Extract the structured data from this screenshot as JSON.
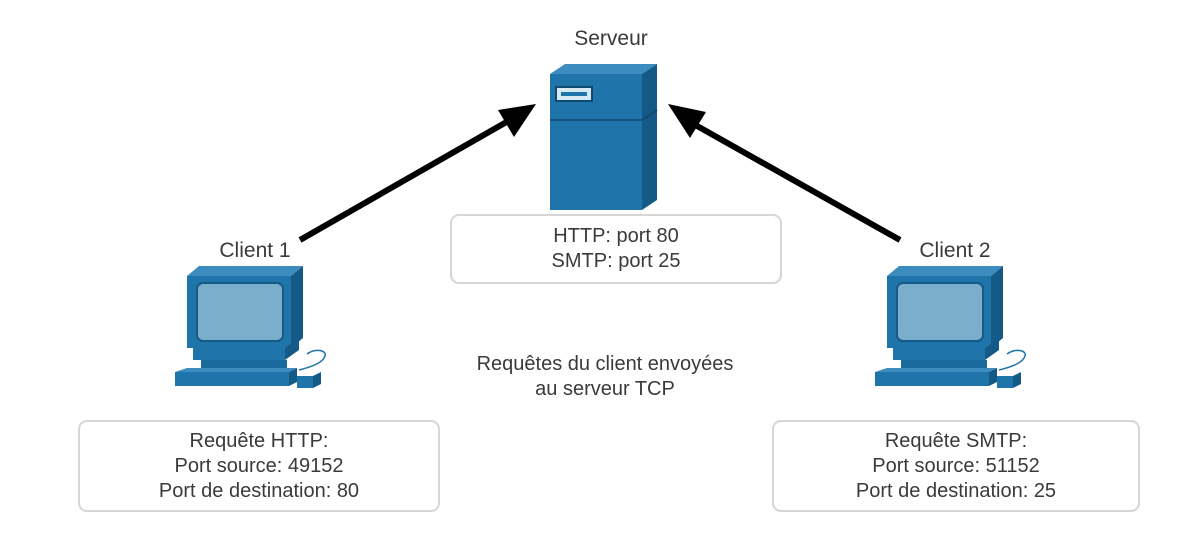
{
  "server": {
    "label": "Serveur",
    "ports": [
      "HTTP: port 80",
      "SMTP: port 25"
    ]
  },
  "client1": {
    "label": "Client 1",
    "request": [
      "Requête HTTP:",
      "Port source: 49152",
      "Port de destination: 80"
    ]
  },
  "client2": {
    "label": "Client 2",
    "request": [
      "Requête SMTP:",
      "Port source: 51152",
      "Port de destination: 25"
    ]
  },
  "caption": [
    "Requêtes du client envoyées",
    "au serveur TCP"
  ],
  "colors": {
    "device_blue": "#1f6fa3",
    "device_dark": "#155a86",
    "screen": "#7aaecb",
    "arrow": "#000000",
    "box_border": "#d6d6d6"
  }
}
